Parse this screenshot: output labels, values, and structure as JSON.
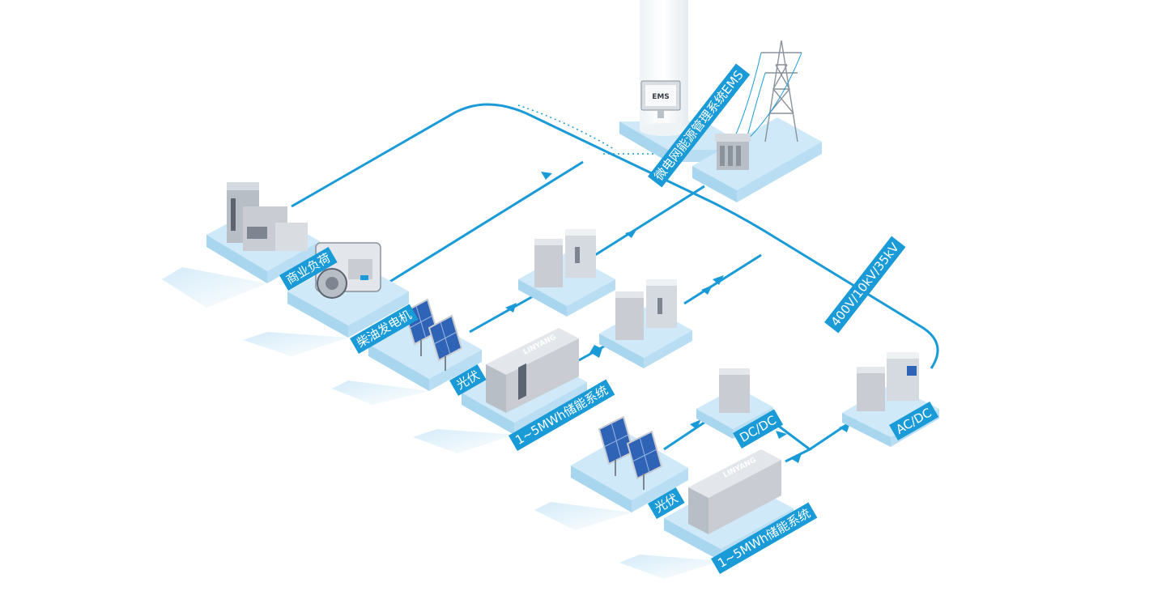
{
  "colors": {
    "line": "#1a9bd7",
    "platform": "#cfe9f8",
    "platform_side": "#a9d6ef",
    "equipment": "#c9ccd2",
    "equipment_dark": "#7e8590",
    "panel": "#2f63b6"
  },
  "labels": {
    "commercial_load": "商业负荷",
    "diesel_generator": "柴油发电机",
    "pv_top": "光伏",
    "storage_top": "1~5MWh储能系统",
    "ems": "微电网能源管理系统EMS",
    "ems_screen": "EMS",
    "voltage": "400V/10kV/35kV",
    "acdc": "AC/DC",
    "dcdc": "DC/DC",
    "pv_bottom": "光伏",
    "storage_bottom": "1~5MWh储能系统",
    "brand": "LINYANG"
  },
  "icons": [
    "transmission-tower-icon",
    "transformer-icon",
    "solar-panel-icon",
    "generator-icon",
    "monitor-icon",
    "arrow-icon"
  ]
}
